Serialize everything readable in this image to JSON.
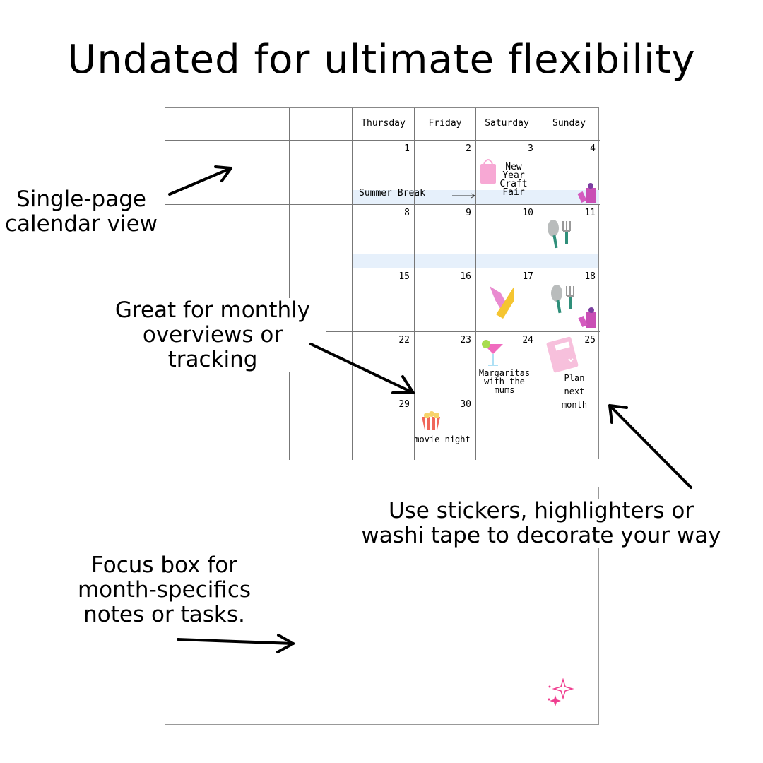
{
  "title": "Undated for ultimate flexibility",
  "calendar": {
    "headers": [
      "",
      "",
      "",
      "Thursday",
      "Friday",
      "Saturday",
      "Sunday"
    ],
    "weeks": [
      [
        "1",
        "2",
        "3",
        "4"
      ],
      [
        "8",
        "9",
        "10",
        "11"
      ],
      [
        "15",
        "16",
        "17",
        "18"
      ],
      [
        "22",
        "23",
        "24",
        "25"
      ],
      [
        "29",
        "30",
        "",
        ""
      ]
    ],
    "events": {
      "summer_break": "Summer Break",
      "craft_fair": "New Year Craft Fair",
      "margaritas": "Margaritas with the mums",
      "plan": "Plan next month",
      "movie": "movie night"
    },
    "tape_color": "#e6f0fb"
  },
  "callouts": {
    "single_page": "Single-page calendar view",
    "monthly": "Great for monthly overviews or tracking",
    "stickers": "Use stickers, highlighters or washi tape to decorate your way",
    "focus": "Focus box for month-specifics notes or tasks."
  }
}
